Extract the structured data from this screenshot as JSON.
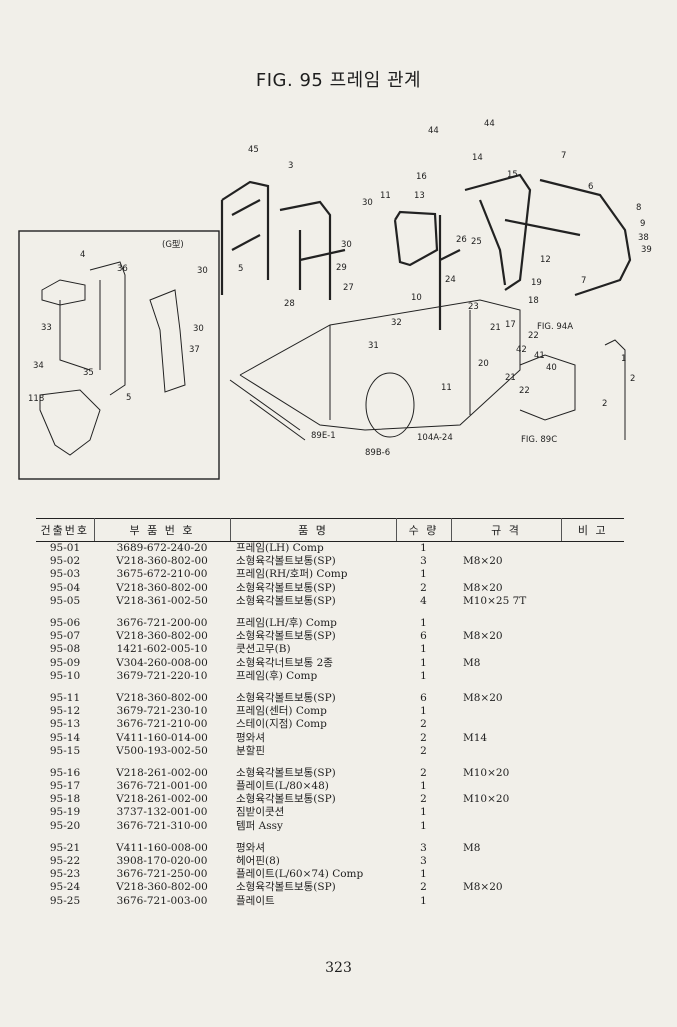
{
  "title": "FIG. 95 프레임 관계",
  "page_number": "323",
  "diagram": {
    "inset_label": "(G型)",
    "callouts": [
      "45",
      "3",
      "44",
      "44",
      "14",
      "16",
      "13",
      "15",
      "7",
      "6",
      "8",
      "9",
      "38",
      "39",
      "11",
      "30",
      "30",
      "5",
      "29",
      "27",
      "28",
      "32",
      "31",
      "26",
      "25",
      "12",
      "24",
      "10",
      "23",
      "19",
      "7",
      "18",
      "17",
      "FIG. 94A",
      "22",
      "21",
      "20",
      "42",
      "41",
      "40",
      "21",
      "22",
      "1",
      "2",
      "2",
      "89E-1",
      "89B-6",
      "104A-24",
      "11",
      "FIG. 89C",
      "4",
      "36",
      "30",
      "33",
      "30",
      "37",
      "34",
      "35",
      "5",
      "118"
    ]
  },
  "table": {
    "headers": [
      "건출번호",
      "부 품 번 호",
      "품 명",
      "수 량",
      "규 격",
      "비 고"
    ],
    "rows": [
      {
        "code": "95-01",
        "part": "3689-672-240-20",
        "name": "프레임(LH) Comp",
        "qty": "1",
        "spec": "",
        "gap": false
      },
      {
        "code": "95-02",
        "part": "V218-360-802-00",
        "name": "소형육각볼트보통(SP)",
        "qty": "3",
        "spec": "M8×20",
        "gap": false
      },
      {
        "code": "95-03",
        "part": "3675-672-210-00",
        "name": "프레임(RH/호퍼) Comp",
        "qty": "1",
        "spec": "",
        "gap": false
      },
      {
        "code": "95-04",
        "part": "V218-360-802-00",
        "name": "소형육각볼트보통(SP)",
        "qty": "2",
        "spec": "M8×20",
        "gap": false
      },
      {
        "code": "95-05",
        "part": "V218-361-002-50",
        "name": "소형육각볼트보통(SP)",
        "qty": "4",
        "spec": "M10×25 7T",
        "gap": false
      },
      {
        "code": "95-06",
        "part": "3676-721-200-00",
        "name": "프레임(LH/후) Comp",
        "qty": "1",
        "spec": "",
        "gap": true
      },
      {
        "code": "95-07",
        "part": "V218-360-802-00",
        "name": "소형육각볼트보통(SP)",
        "qty": "6",
        "spec": "M8×20",
        "gap": false
      },
      {
        "code": "95-08",
        "part": "1421-602-005-10",
        "name": "쿳션고무(B)",
        "qty": "1",
        "spec": "",
        "gap": false
      },
      {
        "code": "95-09",
        "part": "V304-260-008-00",
        "name": "소형육각너트보통 2종",
        "qty": "1",
        "spec": "M8",
        "gap": false
      },
      {
        "code": "95-10",
        "part": "3679-721-220-10",
        "name": "프레임(후) Comp",
        "qty": "1",
        "spec": "",
        "gap": false
      },
      {
        "code": "95-11",
        "part": "V218-360-802-00",
        "name": "소형육각볼트보통(SP)",
        "qty": "6",
        "spec": "M8×20",
        "gap": true
      },
      {
        "code": "95-12",
        "part": "3679-721-230-10",
        "name": "프레임(센터) Comp",
        "qty": "1",
        "spec": "",
        "gap": false
      },
      {
        "code": "95-13",
        "part": "3676-721-210-00",
        "name": "스테이(지점) Comp",
        "qty": "2",
        "spec": "",
        "gap": false
      },
      {
        "code": "95-14",
        "part": "V411-160-014-00",
        "name": "평와셔",
        "qty": "2",
        "spec": "M14",
        "gap": false
      },
      {
        "code": "95-15",
        "part": "V500-193-002-50",
        "name": "분할핀",
        "qty": "2",
        "spec": "",
        "gap": false
      },
      {
        "code": "95-16",
        "part": "V218-261-002-00",
        "name": "소형육각볼트보통(SP)",
        "qty": "2",
        "spec": "M10×20",
        "gap": true
      },
      {
        "code": "95-17",
        "part": "3676-721-001-00",
        "name": "플레이트(L/80×48)",
        "qty": "1",
        "spec": "",
        "gap": false
      },
      {
        "code": "95-18",
        "part": "V218-261-002-00",
        "name": "소형육각볼트보통(SP)",
        "qty": "2",
        "spec": "M10×20",
        "gap": false
      },
      {
        "code": "95-19",
        "part": "3737-132-001-00",
        "name": "짐받이쿳션",
        "qty": "1",
        "spec": "",
        "gap": false
      },
      {
        "code": "95-20",
        "part": "3676-721-310-00",
        "name": "템퍼 Assy",
        "qty": "1",
        "spec": "",
        "gap": false
      },
      {
        "code": "95-21",
        "part": "V411-160-008-00",
        "name": "평와셔",
        "qty": "3",
        "spec": "M8",
        "gap": true
      },
      {
        "code": "95-22",
        "part": "3908-170-020-00",
        "name": "헤어핀(8)",
        "qty": "3",
        "spec": "",
        "gap": false
      },
      {
        "code": "95-23",
        "part": "3676-721-250-00",
        "name": "플레이트(L/60×74) Comp",
        "qty": "1",
        "spec": "",
        "gap": false
      },
      {
        "code": "95-24",
        "part": "V218-360-802-00",
        "name": "소형육각볼트보통(SP)",
        "qty": "2",
        "spec": "M8×20",
        "gap": false
      },
      {
        "code": "95-25",
        "part": "3676-721-003-00",
        "name": "플레이트",
        "qty": "1",
        "spec": "",
        "gap": false
      }
    ]
  }
}
